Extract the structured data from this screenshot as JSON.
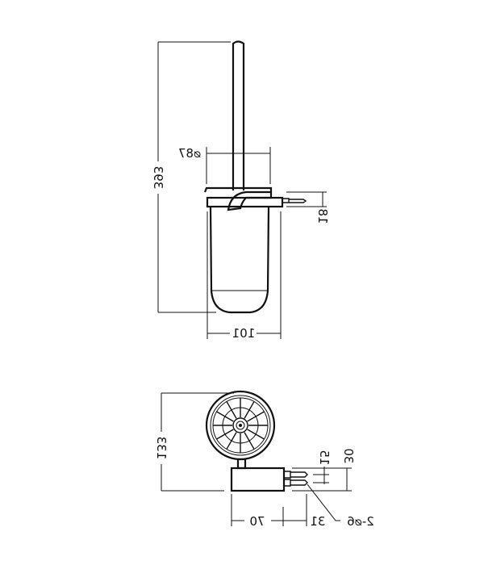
{
  "colors": {
    "line": "#111111",
    "background": "#ffffff"
  },
  "side_view": {
    "height_label": "393",
    "cup_diameter_label": "⌀87",
    "bracket_height_label": "18",
    "width_label": "101"
  },
  "top_view": {
    "depth_label": "133",
    "plug_spacing_label": "15",
    "bracket_height_label": "30",
    "bracket_length_label": "70",
    "plug_length_label": "31",
    "hole_label": "2-⌀6"
  }
}
